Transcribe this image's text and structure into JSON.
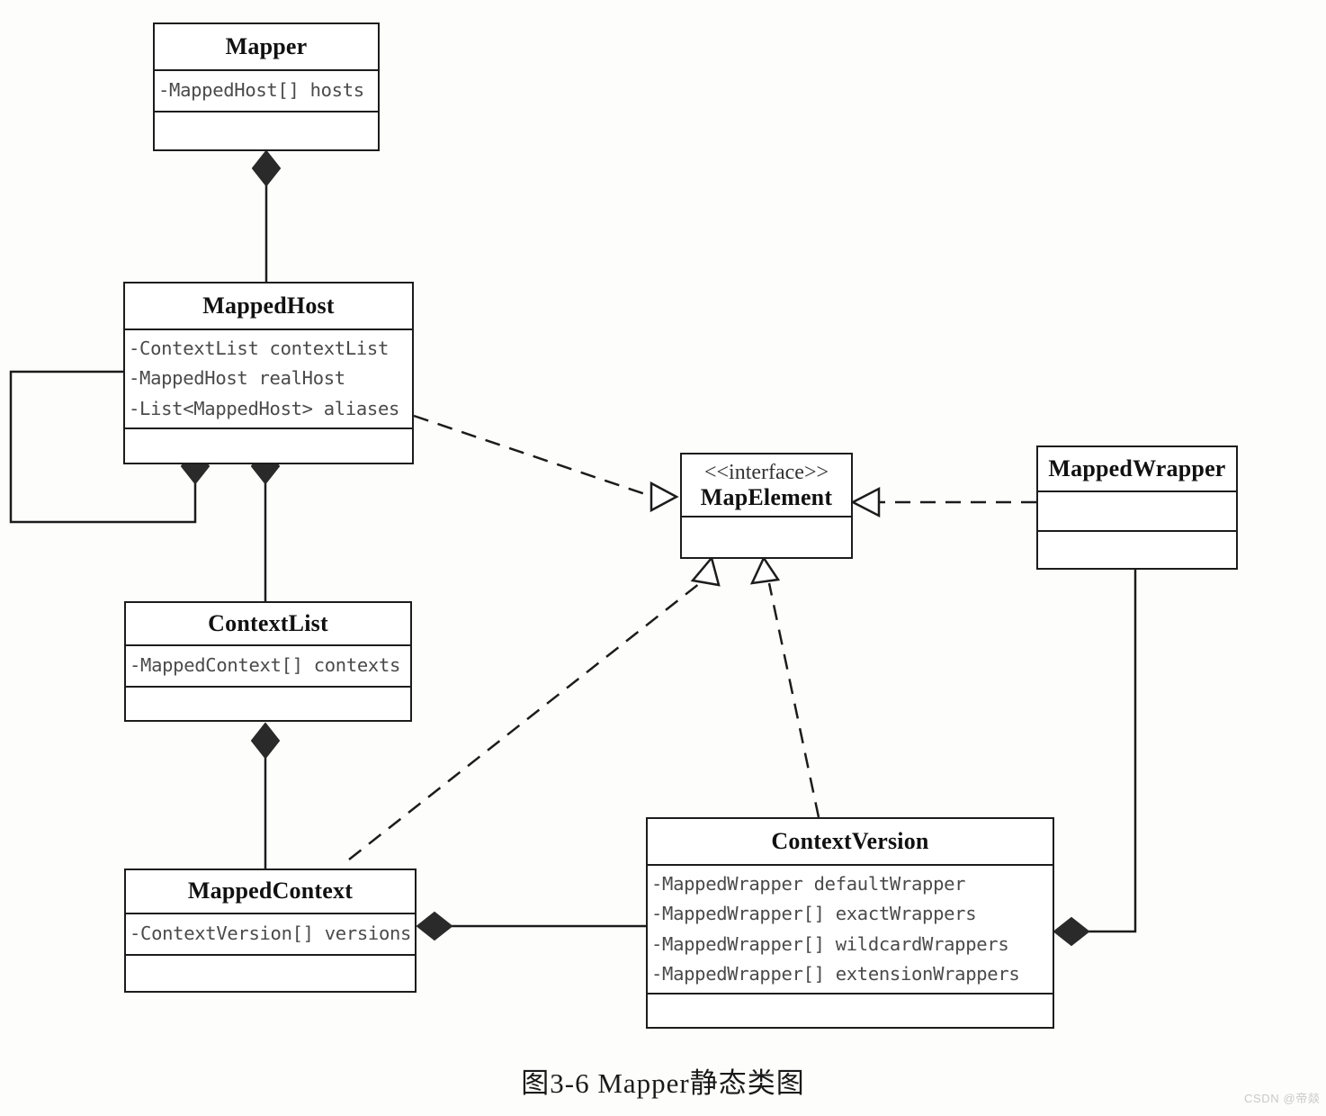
{
  "figure": {
    "caption": "图3-6   Mapper静态类图",
    "watermark": "CSDN @帝燚",
    "colors": {
      "stroke": "#1c1c1c",
      "fill": "#ffffff",
      "attr_text": "#4a4a4a",
      "background": "#fdfdfc"
    }
  },
  "classes": {
    "mapper": {
      "name": "Mapper",
      "attributes": [
        "-MappedHost[] hosts"
      ],
      "operations": []
    },
    "mapped_host": {
      "name": "MappedHost",
      "attributes": [
        "-ContextList contextList",
        "-MappedHost realHost",
        "-List<MappedHost> aliases"
      ],
      "operations": []
    },
    "context_list": {
      "name": "ContextList",
      "attributes": [
        "-MappedContext[] contexts"
      ],
      "operations": []
    },
    "mapped_context": {
      "name": "MappedContext",
      "attributes": [
        "-ContextVersion[] versions"
      ],
      "operations": []
    },
    "map_element": {
      "stereotype": "<<interface>>",
      "name": "MapElement",
      "attributes": [],
      "operations": []
    },
    "mapped_wrapper": {
      "name": "MappedWrapper",
      "attributes": [],
      "operations": []
    },
    "context_version": {
      "name": "ContextVersion",
      "attributes": [
        "-MappedWrapper defaultWrapper",
        "-MappedWrapper[] exactWrappers",
        "-MappedWrapper[] wildcardWrappers",
        "-MappedWrapper[] extensionWrappers"
      ],
      "operations": []
    }
  },
  "relations": [
    {
      "id": "mapper-mappedhost",
      "type": "composition",
      "from": "mapped_host",
      "to": "mapper",
      "marker": "filled-diamond"
    },
    {
      "id": "mappedhost-self",
      "type": "composition",
      "from": "mapped_host",
      "to": "mapped_host",
      "marker": "filled-diamond"
    },
    {
      "id": "mappedhost-contextlist",
      "type": "composition",
      "from": "context_list",
      "to": "mapped_host",
      "marker": "filled-diamond"
    },
    {
      "id": "contextlist-mappedcontext",
      "type": "composition",
      "from": "mapped_context",
      "to": "context_list",
      "marker": "filled-diamond"
    },
    {
      "id": "mappedcontext-contextversion",
      "type": "composition",
      "from": "context_version",
      "to": "mapped_context",
      "marker": "filled-diamond"
    },
    {
      "id": "contextversion-mappedwrapper",
      "type": "composition",
      "from": "mapped_wrapper",
      "to": "context_version",
      "marker": "filled-diamond"
    },
    {
      "id": "mappedhost-realizes-mapelement",
      "type": "realization",
      "from": "mapped_host",
      "to": "map_element",
      "marker": "hollow-triangle"
    },
    {
      "id": "mappedwrapper-realizes-mapelement",
      "type": "realization",
      "from": "mapped_wrapper",
      "to": "map_element",
      "marker": "hollow-triangle"
    },
    {
      "id": "mappedcontext-realizes-mapelement",
      "type": "realization",
      "from": "mapped_context",
      "to": "map_element",
      "marker": "hollow-triangle"
    },
    {
      "id": "contextversion-realizes-mapelement",
      "type": "realization",
      "from": "context_version",
      "to": "map_element",
      "marker": "hollow-triangle"
    }
  ]
}
